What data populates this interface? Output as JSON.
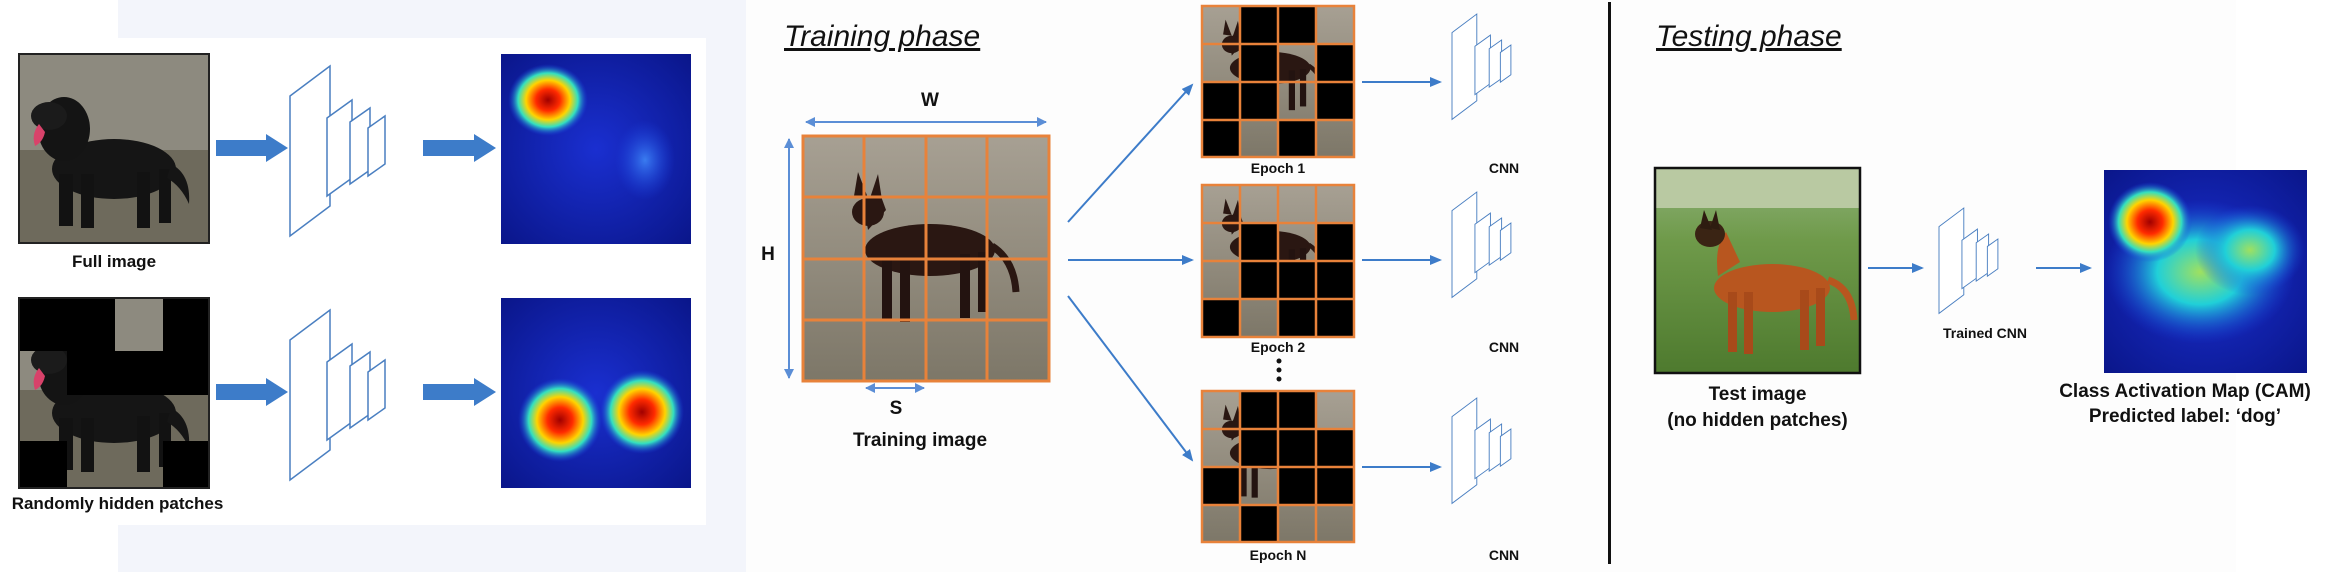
{
  "left": {
    "full_image_label": "Full image",
    "hidden_label": "Randomly hidden patches"
  },
  "training": {
    "title": "Training phase",
    "w_label": "W",
    "h_label": "H",
    "s_label": "S",
    "image_label": "Training image",
    "epochs": [
      {
        "label": "Epoch 1",
        "model_label": "CNN"
      },
      {
        "label": "Epoch 2",
        "model_label": "CNN"
      },
      {
        "label": "Epoch N",
        "model_label": "CNN"
      }
    ]
  },
  "testing": {
    "title": "Testing phase",
    "image_label_line1": "Test image",
    "image_label_line2": "(no hidden patches)",
    "model_label": "Trained CNN",
    "output_label_line1": "Class Activation Map (CAM)",
    "output_label_line2": "Predicted label: ‘dog’"
  },
  "colors": {
    "arrow_blue": "#3d7cc9",
    "grid_orange": "#e8823a",
    "cnn_outline": "#4a7fc1"
  }
}
